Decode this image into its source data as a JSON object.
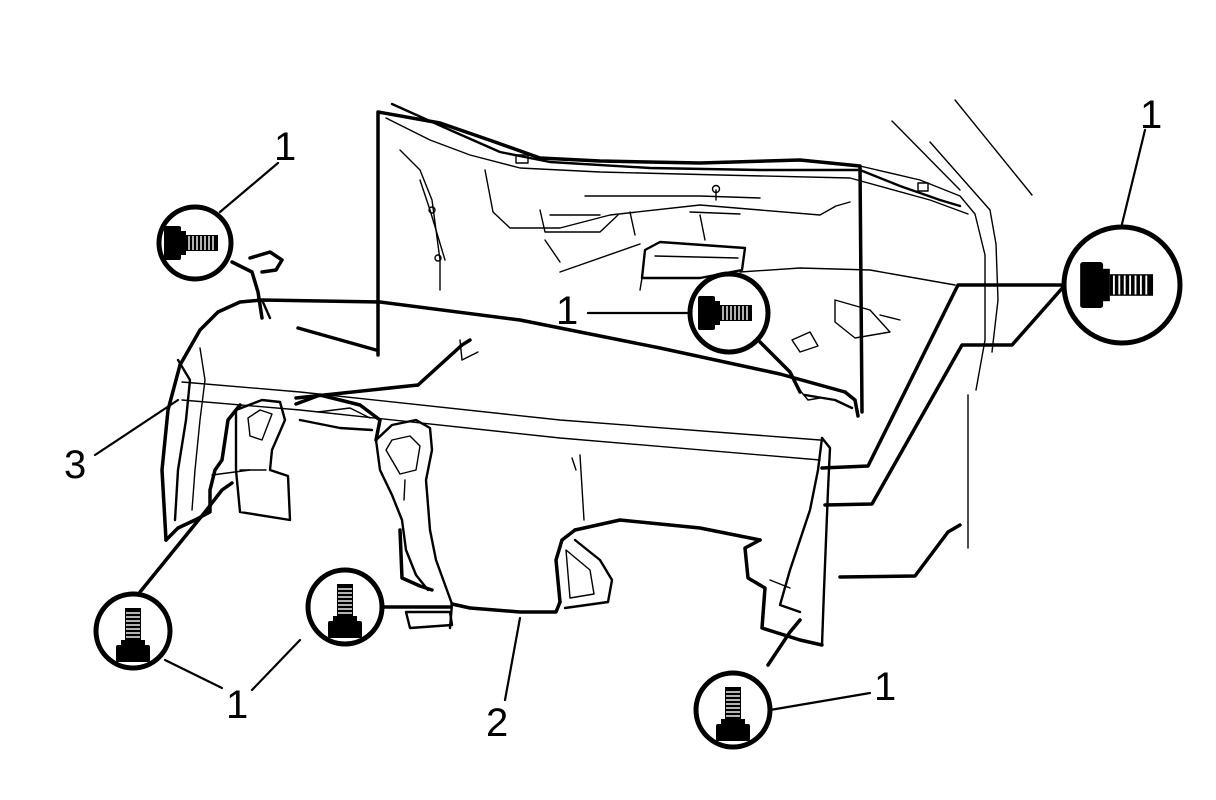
{
  "callouts": {
    "bolt_top_left": "1",
    "bolt_center": "1",
    "bolt_top_right": "1",
    "bolt_bottom_left_a": "1",
    "bolt_bottom_left_b": "1",
    "bolt_bottom_right": "1",
    "cross_car_beam": "2",
    "instrument_panel_carrier": "3"
  }
}
